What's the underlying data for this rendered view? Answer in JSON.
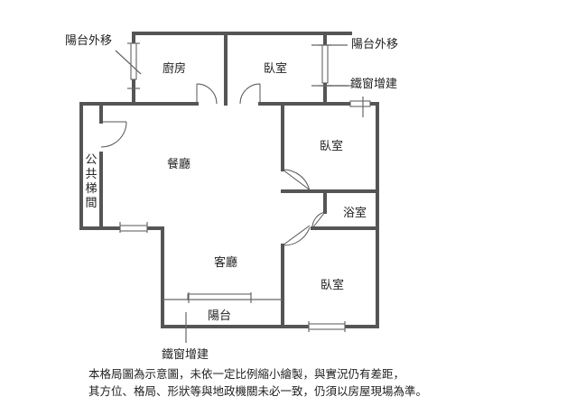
{
  "rooms": {
    "kitchen": "廚房",
    "bedroom_top": "臥室",
    "bedroom_right": "臥室",
    "bathroom": "浴室",
    "dining": "餐廳",
    "living": "客廳",
    "bedroom_bottom": "臥室",
    "balcony": "陽台"
  },
  "staircase": [
    "公",
    "共",
    "梯",
    "間"
  ],
  "annotations": {
    "balcony_moved_left": "陽台外移",
    "balcony_moved_right": "陽台外移",
    "iron_window_top": "鐵窗增建",
    "iron_window_bottom": "鐵窗增建"
  },
  "disclaimer": {
    "line1": "本格局圖為示意圖，未依一定比例縮小繪製，與實況仍有差距，",
    "line2": "其方位、格局、形狀等與地政機關未必一致，仍須以房屋現場為準。"
  }
}
